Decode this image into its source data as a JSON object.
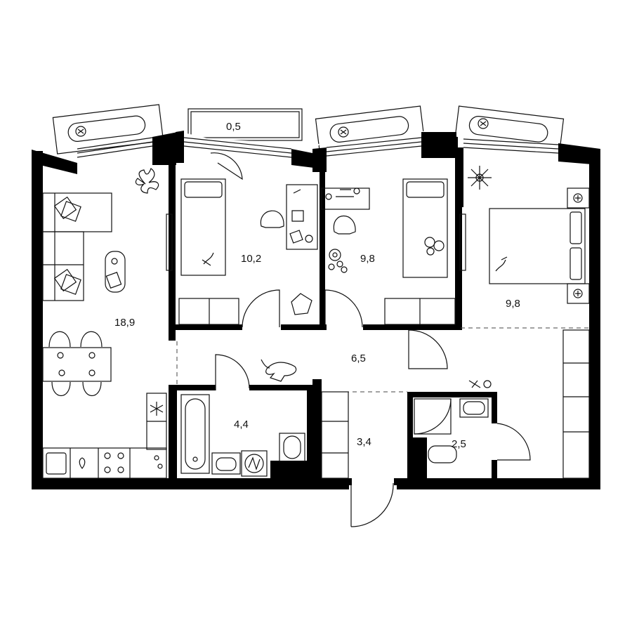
{
  "rooms": [
    {
      "id": "living-kitchen",
      "area": "18,9"
    },
    {
      "id": "balcony",
      "area": "0,5"
    },
    {
      "id": "bedroom-1",
      "area": "10,2"
    },
    {
      "id": "bedroom-2",
      "area": "9,8"
    },
    {
      "id": "master-bedroom",
      "area": "9,8"
    },
    {
      "id": "hall",
      "area": "6,5"
    },
    {
      "id": "bathroom",
      "area": "4,4"
    },
    {
      "id": "entrance",
      "area": "3,4"
    },
    {
      "id": "wc",
      "area": "2,5"
    }
  ]
}
